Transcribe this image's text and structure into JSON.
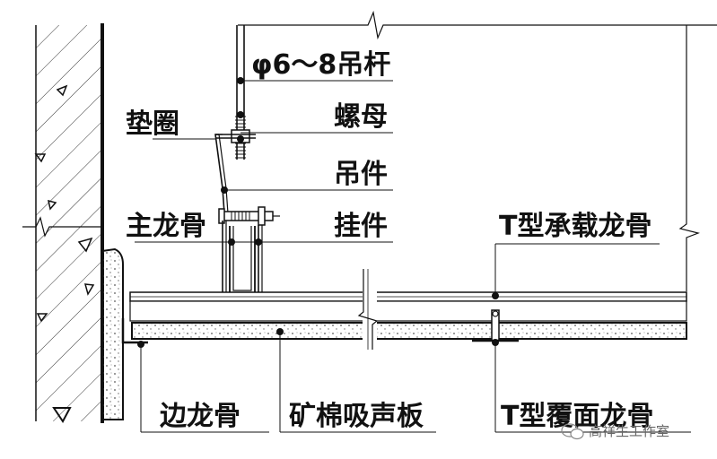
{
  "labels": {
    "rod": "φ6～8吊杆",
    "nut": "螺母",
    "washer": "垫圈",
    "hanger": "吊件",
    "main_keel": "主龙骨",
    "hook": "挂件",
    "t_load_keel": "T型承载龙骨",
    "edge_keel": "边龙骨",
    "mineral_board": "矿棉吸声板",
    "t_cover_keel": "T型覆面龙骨"
  },
  "watermark": "高祥生工作室",
  "colors": {
    "line": "#111111",
    "board": "#d9d9d9",
    "bg": "#ffffff"
  }
}
